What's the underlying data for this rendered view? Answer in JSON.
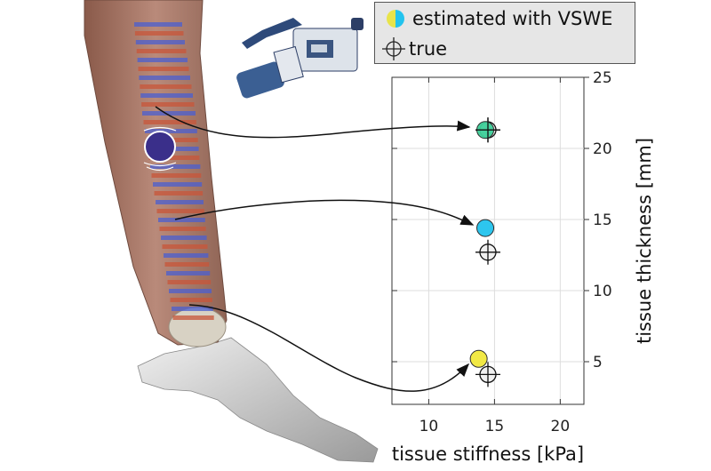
{
  "legend": {
    "items": [
      {
        "label": "estimated with VSWE",
        "marker": "filled-circle"
      },
      {
        "label": "true",
        "marker": "crosshair-circle"
      }
    ]
  },
  "chart_data": {
    "type": "scatter",
    "title": "",
    "xlabel": "tissue stiffness [kPa]",
    "ylabel": "tissue thickness [mm]",
    "xlim": [
      7.2,
      21.8
    ],
    "ylim": [
      2,
      25
    ],
    "xticks": [
      10,
      15,
      20
    ],
    "yticks": [
      5,
      10,
      15,
      20,
      25
    ],
    "grid": true,
    "legend_position": "top",
    "series": [
      {
        "name": "estimated with VSWE",
        "points": [
          {
            "x": 14.3,
            "y": 21.3,
            "color": "#3fd09a"
          },
          {
            "x": 14.3,
            "y": 14.4,
            "color": "#22c3ee"
          },
          {
            "x": 13.8,
            "y": 5.2,
            "color": "#f2e83c"
          }
        ]
      },
      {
        "name": "true",
        "points": [
          {
            "x": 14.5,
            "y": 21.3
          },
          {
            "x": 14.5,
            "y": 12.7
          },
          {
            "x": 14.5,
            "y": 4.1
          }
        ]
      }
    ]
  }
}
